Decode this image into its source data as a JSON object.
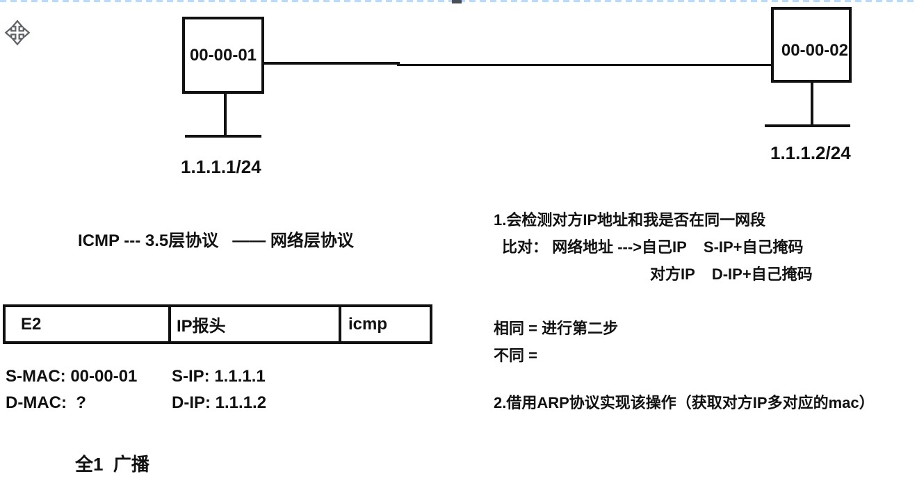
{
  "icons": {
    "move_handle": "four-way-move-arrows"
  },
  "colors": {
    "ink": "#111111",
    "page_border_dash": "#bed9f6",
    "icon_gray": "#5f6368"
  },
  "diagram": {
    "node1": {
      "label": "00-00-01",
      "ip": "1.1.1.1/24"
    },
    "node2": {
      "label": "00-00-02",
      "ip": "1.1.1.2/24"
    }
  },
  "notes": {
    "icmp_line": "ICMP --- 3.5层协议   —— 网络层协议",
    "frame_cells": [
      "E2",
      "IP报头",
      "icmp"
    ],
    "smac": "S-MAC: 00-00-01",
    "sip": "S-IP: 1.1.1.1",
    "dmac": "D-MAC:  ?",
    "dip": "D-IP: 1.1.1.2",
    "broadcast": "全1  广播",
    "step1": {
      "line1": "1.会检测对方IP地址和我是否在同一网段",
      "line2": "比对： 网络地址 --->自己IP    S-IP+自己掩码",
      "line3": "对方IP    D-IP+自己掩码",
      "same": "相同 = 进行第二步",
      "diff": "不同 ="
    },
    "step2": "2.借用ARP协议实现该操作（获取对方IP多对应的mac）"
  }
}
